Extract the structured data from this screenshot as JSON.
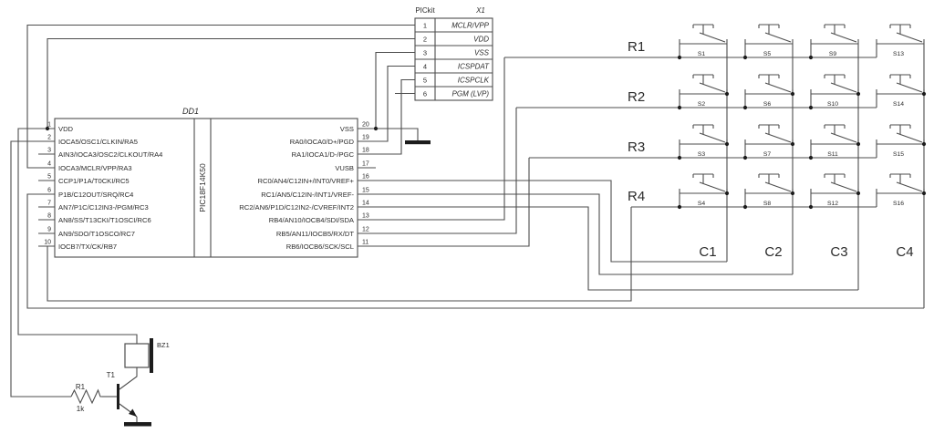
{
  "connector": {
    "label": "PICkit",
    "ref": "X1",
    "pins": [
      {
        "num": "1",
        "name": "MCLR/VPP"
      },
      {
        "num": "2",
        "name": "VDD"
      },
      {
        "num": "3",
        "name": "VSS"
      },
      {
        "num": "4",
        "name": "ICSPDAT"
      },
      {
        "num": "5",
        "name": "ICSPCLK"
      },
      {
        "num": "6",
        "name": "PGM (LVP)"
      }
    ]
  },
  "mcu": {
    "ref": "DD1",
    "part": "PIC18F14K50",
    "left_pins": [
      {
        "num": "1",
        "name": "VDD"
      },
      {
        "num": "2",
        "name": "IOCA5/OSC1/CLKIN/RA5"
      },
      {
        "num": "3",
        "name": "AIN3/IOCA3/OSC2/CLKOUT/RA4"
      },
      {
        "num": "4",
        "name": "IOCA3/MCLR/VPP/RA3"
      },
      {
        "num": "5",
        "name": "CCP1/P1A/T0CKI/RC5"
      },
      {
        "num": "6",
        "name": "P1B/C12OUT/SRQ/RC4"
      },
      {
        "num": "7",
        "name": "AN7/P1C/C12IN3-/PGM/RC3"
      },
      {
        "num": "8",
        "name": "AN8/SS/T13CKI/T1OSCI/RC6"
      },
      {
        "num": "9",
        "name": "AN9/SDO/T1OSCO/RC7"
      },
      {
        "num": "10",
        "name": "IOCB7/TX/CK/RB7"
      }
    ],
    "right_pins": [
      {
        "num": "20",
        "name": "VSS"
      },
      {
        "num": "19",
        "name": "RA0/IOCA0/D+/PGD"
      },
      {
        "num": "18",
        "name": "RA1/IOCA1/D-/PGC"
      },
      {
        "num": "17",
        "name": "VUSB"
      },
      {
        "num": "16",
        "name": "RC0/AN4/C12IN+/INT0/VREF+"
      },
      {
        "num": "15",
        "name": "RC1/AN5/C12IN-/INT1/VREF-"
      },
      {
        "num": "14",
        "name": "RC2/AN6/P1D/C12IN2-/CVREF/INT2"
      },
      {
        "num": "13",
        "name": "RB4/AN10/IOCB4/SDI/SDA"
      },
      {
        "num": "12",
        "name": "RB5/AN11/IOCB5/RX/DT"
      },
      {
        "num": "11",
        "name": "RB6/IOCB6/SCK/SCL"
      }
    ]
  },
  "keypad": {
    "row_labels": [
      "R1",
      "R2",
      "R3",
      "R4"
    ],
    "col_labels": [
      "C1",
      "C2",
      "C3",
      "C4"
    ],
    "switch_grid": [
      [
        "S1",
        "S5",
        "S9",
        "S13"
      ],
      [
        "S2",
        "S6",
        "S10",
        "S14"
      ],
      [
        "S3",
        "S7",
        "S11",
        "S15"
      ],
      [
        "S4",
        "S8",
        "S12",
        "S16"
      ]
    ]
  },
  "buzzer_ref": "BZ1",
  "transistor_ref": "T1",
  "resistor_ref": "R1",
  "resistor_value": "1k",
  "colors": {
    "wire": "#4d4d4d",
    "junction": "#1c1c1c",
    "text": "#2b2b2b",
    "bg": "#ffffff"
  }
}
